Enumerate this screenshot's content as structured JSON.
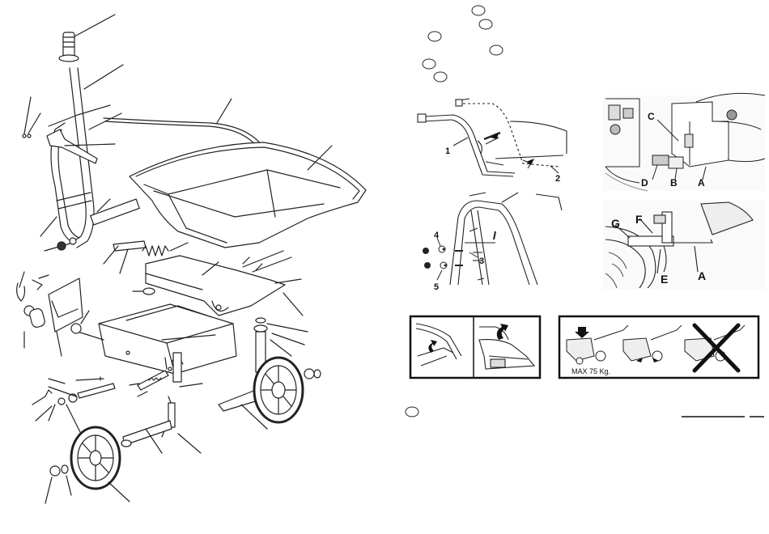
{
  "colors": {
    "ink": "#111111",
    "photo_bg": "#f3f3f3",
    "line": "#222222"
  },
  "panels": {
    "handle_assembly": {
      "labels": [
        "1",
        "2"
      ]
    },
    "bracket_detail": {
      "labels": [
        "C",
        "D",
        "B",
        "A"
      ]
    },
    "bolt_detail": {
      "labels": [
        "4",
        "3",
        "5"
      ]
    },
    "wheel_detail": {
      "labels": [
        "G",
        "F",
        "E",
        "A"
      ]
    },
    "load_info": {
      "capacity": "MAX 75 Kg."
    }
  },
  "icons": [
    "lever-icon",
    "load-arrow-icon",
    "forbidden-cross-icon"
  ]
}
